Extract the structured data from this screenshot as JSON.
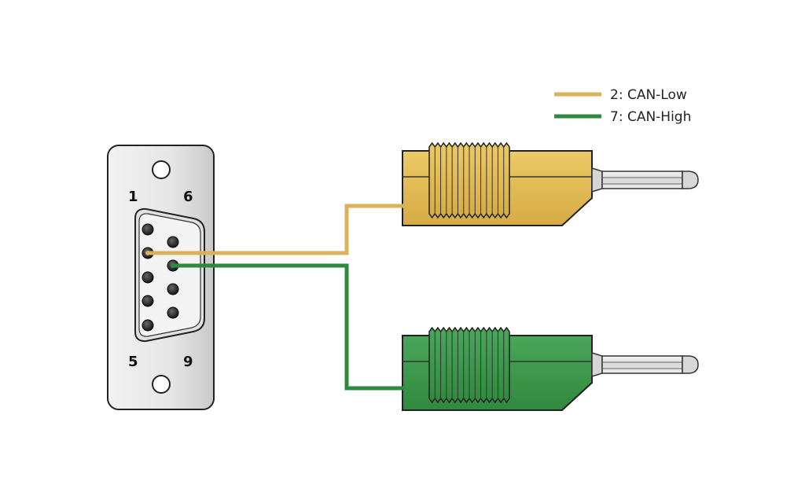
{
  "diagram": {
    "title": "DB9 to banana plug CAN wiring",
    "connector": {
      "type": "DB9 female",
      "pin_labels": {
        "top_left": "1",
        "top_right": "6",
        "bottom_left": "5",
        "bottom_right": "9"
      },
      "pins": [
        1,
        2,
        3,
        4,
        5,
        6,
        7,
        8,
        9
      ]
    },
    "legend": [
      {
        "label": "2: CAN-Low",
        "color": "#d9b25a",
        "pin": 2
      },
      {
        "label": "7: CAN-High",
        "color": "#2e8a3e",
        "pin": 7
      }
    ],
    "plugs": [
      {
        "name": "CAN-Low plug",
        "color": "#e3be5c",
        "color_dark": "#d1a53c",
        "pin": 2
      },
      {
        "name": "CAN-High plug",
        "color": "#3c9a4e",
        "color_dark": "#2c7d3a",
        "pin": 7
      }
    ]
  }
}
